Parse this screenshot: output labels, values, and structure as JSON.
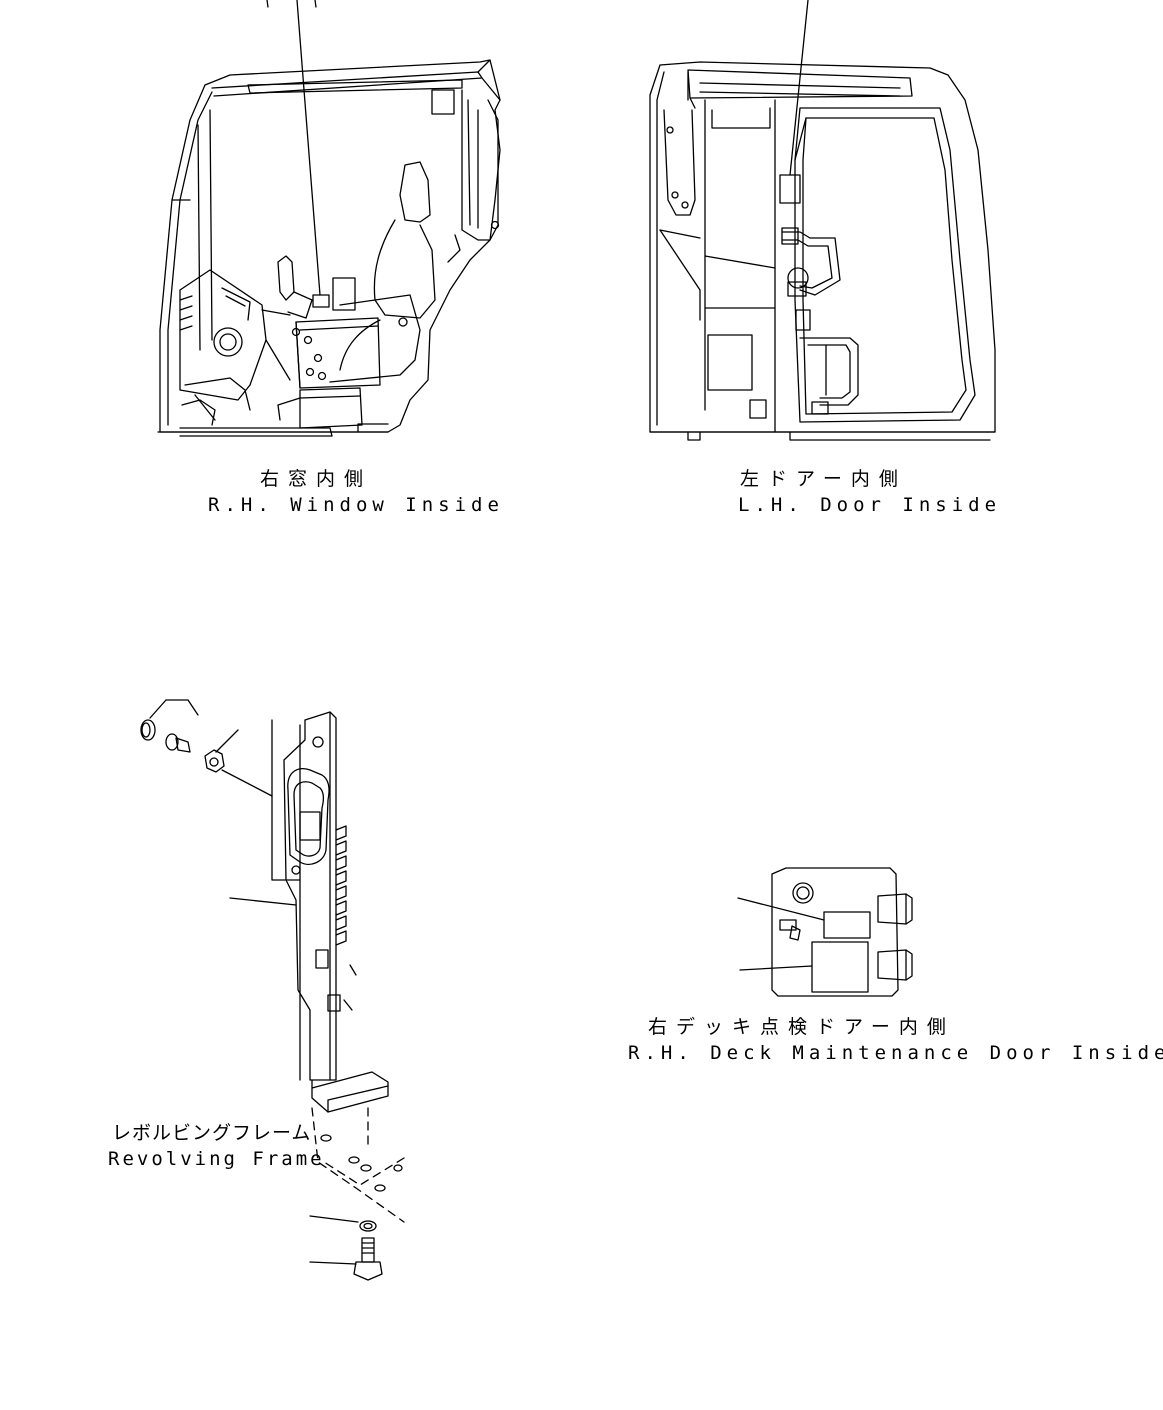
{
  "views": {
    "rh_window": {
      "label_jp": "右窓内側",
      "label_en": "R.H. Window Inside"
    },
    "lh_door": {
      "label_jp": "左ドアー内側",
      "label_en": "L.H. Door Inside"
    },
    "rh_deck_door": {
      "label_jp": "右デッキ点検ドアー内側",
      "label_en": "R.H. Deck Maintenance Door Inside"
    },
    "revolving_frame": {
      "label_jp": "レボルビングフレーム",
      "label_en": "Revolving Frame"
    }
  }
}
